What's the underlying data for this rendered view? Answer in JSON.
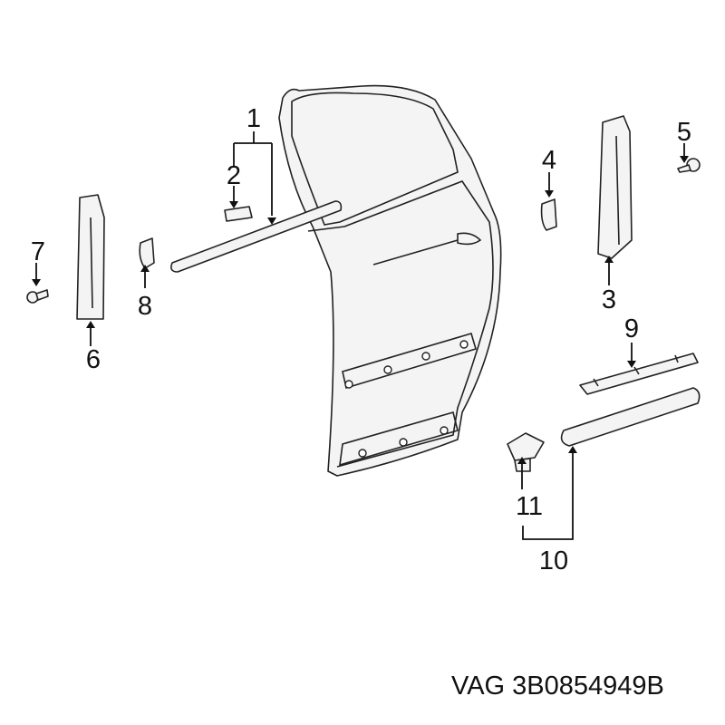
{
  "callouts": {
    "c1": "1",
    "c2": "2",
    "c3": "3",
    "c4": "4",
    "c5": "5",
    "c6": "6",
    "c7": "7",
    "c8": "8",
    "c9": "9",
    "c10": "10",
    "c11": "11"
  },
  "caption": "VAG 3B0854949B"
}
